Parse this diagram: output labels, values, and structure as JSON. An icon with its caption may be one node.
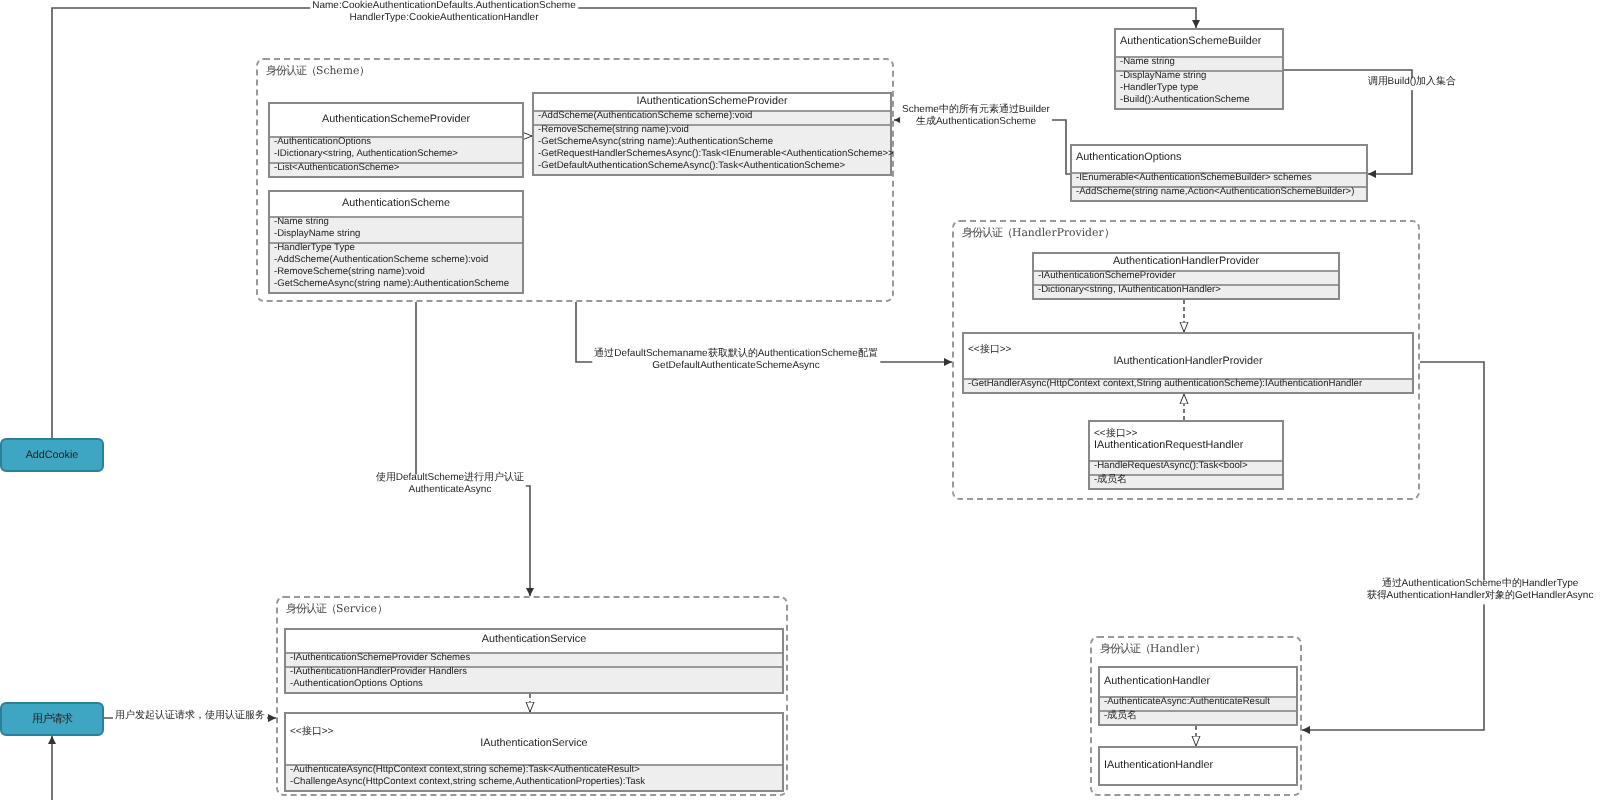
{
  "diagram": {
    "nodes": [
      {
        "text": [
          "身份认证（Scheme）"
        ]
      },
      {
        "text": [
          "AuthenticationSchemeProvider",
          "-AuthenticationOptions",
          "-IDictionary<string, AuthenticationScheme>",
          "-List<AuthenticationScheme>"
        ],
        "in": 0
      },
      {
        "text": [
          "IAuthenticationSchemeProvider",
          "-AddScheme(AuthenticationScheme scheme):void",
          "-RemoveScheme(string name):void",
          "-GetSchemeAsync(string name):AuthenticationScheme",
          "-GetRequestHandlerSchemesAsync():Task<IEnumerable<AuthenticationScheme>>",
          "-GetDefaultAuthenticationSchemeAsync():Task<AuthenticationScheme>"
        ],
        "in": 0
      },
      {
        "text": [
          "AuthenticationScheme",
          "-Name string",
          "-DisplayName string",
          "-HandlerType Type",
          "-AddScheme(AuthenticationScheme scheme):void",
          "-RemoveScheme(string name):void",
          "-GetSchemeAsync(string name):AuthenticationScheme"
        ],
        "in": 0
      },
      {
        "text": [
          "AuthenticationSchemeBuilder",
          "-Name string",
          "-DisplayName string",
          "-HandlerType type",
          "-Build():AuthenticationScheme"
        ]
      },
      {
        "text": [
          "AuthenticationOptions",
          "-IEnumerable<AuthenticationSchemeBuilder> schemes",
          "-AddScheme(string name,Action<AuthenticationSchemeBuilder>)"
        ]
      },
      {
        "text": [
          "身份认证（HandlerProvider）"
        ]
      },
      {
        "text": [
          "AuthenticationHandlerProvider",
          "-IAuthenticationSchemeProvider",
          "-Dictionary<string, IAuthenticationHandler>"
        ],
        "in": 6
      },
      {
        "text": [
          "<<接口>>",
          "IAuthenticationHandlerProvider",
          "-GetHandlerAsync(HttpContext context,String authenticationScheme):IAuthenticationHandler"
        ],
        "in": 6
      },
      {
        "text": [
          "<<接口>>",
          "IAuthenticationRequestHandler",
          "-HandleRequestAsync():Task<bool>",
          "-成员名"
        ],
        "in": 6
      },
      {
        "text": [
          "AddCookie"
        ]
      },
      {
        "text": [
          "身份认证（Service）"
        ]
      },
      {
        "text": [
          "AuthenticationService",
          "-IAuthenticationSchemeProvider Schemes",
          "-IAuthenticationHandlerProvider Handlers",
          "-AuthenticationOptions Options"
        ],
        "in": 11
      },
      {
        "text": [
          "<<接口>>",
          "IAuthenticationService",
          "-AuthenticateAsync(HttpContext context,string scheme):Task<AuthenticateResult>",
          "-ChallengeAsync(HttpContext context,string scheme,AuthenticationProperties):Task"
        ],
        "in": 11
      },
      {
        "text": [
          "用户请求"
        ]
      },
      {
        "text": [
          "身份认证（Handler）"
        ]
      },
      {
        "text": [
          "AuthenticationHandler",
          "-AuthenticateAsync:AuthenticateResult",
          "-成员名"
        ],
        "in": 15
      },
      {
        "text": [
          "IAuthenticationHandler"
        ],
        "in": 15
      }
    ],
    "edges": [
      {
        "from": 10,
        "to": 4,
        "arrow": "to",
        "label": "Name:CookieAuthenticationDefaults.AuthenticationScheme HandlerType:CookieAuthenticationHandler"
      },
      {
        "from": 4,
        "to": 5,
        "arrow": "to",
        "label": "调用Build()加入集合"
      },
      {
        "from": 5,
        "to": 0,
        "arrow": "to",
        "label": "Scheme中的所有元素通过Builder 生成AuthenticationScheme"
      },
      {
        "from": 1,
        "to": 2,
        "arrow": "to",
        "style": "dashed"
      },
      {
        "from": 0,
        "to": 6,
        "arrow": "to",
        "label": "通过DefaultSchemaname获取默认的AuthenticationScheme配置 GetDefaultAuthenticateSchemeAsync"
      },
      {
        "from": 0,
        "to": 11,
        "arrow": "to",
        "label": "使用DefaultScheme进行用户认证 AuthenticateAsync"
      },
      {
        "from": 7,
        "to": 8,
        "arrow": "to",
        "style": "dashed"
      },
      {
        "from": 9,
        "to": 8,
        "arrow": "to",
        "style": "dashed"
      },
      {
        "from": 6,
        "to": 15,
        "arrow": "to",
        "label": "通过AuthenticationScheme中的HandlerType 获得AuthenticationHandler对象的GetHandlerAsync"
      },
      {
        "from": 12,
        "to": 13,
        "arrow": "to",
        "style": "dashed"
      },
      {
        "from": 14,
        "to": 11,
        "arrow": "to",
        "label": "用户发起认证请求，使用认证服务"
      },
      {
        "from": null,
        "to": 14,
        "arrow": "to"
      },
      {
        "from": 16,
        "to": 17,
        "arrow": "to",
        "style": "dashed"
      }
    ]
  }
}
